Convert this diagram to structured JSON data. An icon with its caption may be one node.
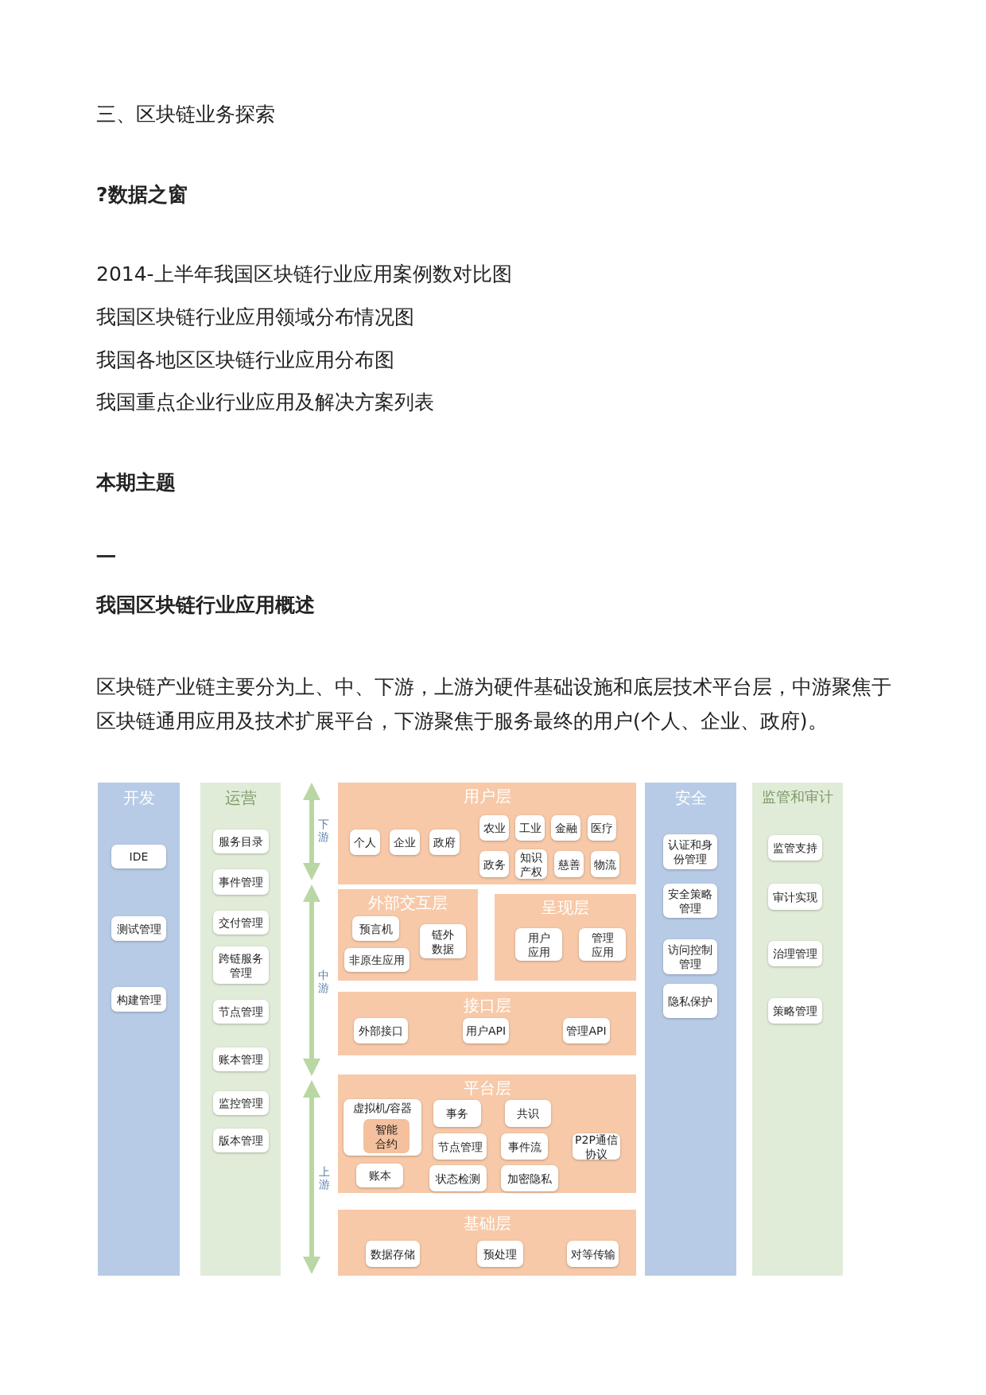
{
  "diagram": {
    "title": "三、区块链业务探索",
    "nodes": [
      {
        "text": [
          "开发"
        ]
      },
      {
        "text": [
          "IDE"
        ],
        "in": 0
      },
      {
        "text": [
          "测试管理"
        ],
        "in": 0
      },
      {
        "text": [
          "构建管理"
        ],
        "in": 0
      },
      {
        "text": [
          "运营"
        ]
      },
      {
        "text": [
          "服务目录"
        ],
        "in": 4
      },
      {
        "text": [
          "事件管理"
        ],
        "in": 4
      },
      {
        "text": [
          "交付管理"
        ],
        "in": 4
      },
      {
        "text": [
          "跨链服务管理"
        ],
        "in": 4
      },
      {
        "text": [
          "节点管理"
        ],
        "in": 4
      },
      {
        "text": [
          "账本管理"
        ],
        "in": 4
      },
      {
        "text": [
          "监控管理"
        ],
        "in": 4
      },
      {
        "text": [
          "版本管理"
        ],
        "in": 4
      },
      {
        "text": [
          "用户层"
        ]
      },
      {
        "text": [
          "个人"
        ],
        "in": 13
      },
      {
        "text": [
          "企业"
        ],
        "in": 13
      },
      {
        "text": [
          "政府"
        ],
        "in": 13
      },
      {
        "text": [
          "农业"
        ],
        "in": 13
      },
      {
        "text": [
          "工业"
        ],
        "in": 13
      },
      {
        "text": [
          "金融"
        ],
        "in": 13
      },
      {
        "text": [
          "医疗"
        ],
        "in": 13
      },
      {
        "text": [
          "政务"
        ],
        "in": 13
      },
      {
        "text": [
          "知识产权"
        ],
        "in": 13
      },
      {
        "text": [
          "慈善"
        ],
        "in": 13
      },
      {
        "text": [
          "物流"
        ],
        "in": 13
      },
      {
        "text": [
          "外部交互层"
        ]
      },
      {
        "text": [
          "预言机"
        ],
        "in": 25
      },
      {
        "text": [
          "链外数据"
        ],
        "in": 25
      },
      {
        "text": [
          "非原生应用"
        ],
        "in": 25
      },
      {
        "text": [
          "呈现层"
        ]
      },
      {
        "text": [
          "用户应用"
        ],
        "in": 29
      },
      {
        "text": [
          "管理应用"
        ],
        "in": 29
      },
      {
        "text": [
          "接口层"
        ]
      },
      {
        "text": [
          "外部接口"
        ],
        "in": 32
      },
      {
        "text": [
          "用户API"
        ],
        "in": 32
      },
      {
        "text": [
          "管理API"
        ],
        "in": 32
      },
      {
        "text": [
          "平台层"
        ]
      },
      {
        "text": [
          "虚拟机/容器"
        ],
        "in": 36
      },
      {
        "text": [
          "智能合约"
        ],
        "in": 37
      },
      {
        "text": [
          "事务"
        ],
        "in": 36
      },
      {
        "text": [
          "共识"
        ],
        "in": 36
      },
      {
        "text": [
          "节点管理"
        ],
        "in": 36
      },
      {
        "text": [
          "事件流"
        ],
        "in": 36
      },
      {
        "text": [
          "P2P通信协议"
        ],
        "in": 36
      },
      {
        "text": [
          "账本"
        ],
        "in": 36
      },
      {
        "text": [
          "状态检测"
        ],
        "in": 36
      },
      {
        "text": [
          "加密隐私"
        ],
        "in": 36
      },
      {
        "text": [
          "基础层"
        ]
      },
      {
        "text": [
          "数据存储"
        ],
        "in": 47
      },
      {
        "text": [
          "预处理"
        ],
        "in": 47
      },
      {
        "text": [
          "对等传输"
        ],
        "in": 47
      },
      {
        "text": [
          "安全"
        ]
      },
      {
        "text": [
          "认证和身份管理"
        ],
        "in": 51
      },
      {
        "text": [
          "安全策略管理"
        ],
        "in": 51
      },
      {
        "text": [
          "访问控制管理"
        ],
        "in": 51
      },
      {
        "text": [
          "隐私保护"
        ],
        "in": 51
      },
      {
        "text": [
          "监管和审计"
        ]
      },
      {
        "text": [
          "监管支持"
        ],
        "in": 56
      },
      {
        "text": [
          "审计实现"
        ],
        "in": 56
      },
      {
        "text": [
          "治理管理"
        ],
        "in": 56
      },
      {
        "text": [
          "策略管理"
        ],
        "in": 56
      }
    ],
    "labels": [
      "?数据之窗",
      "2014-上半年我国区块链行业应用案例数对比图",
      "我国区块链行业应用领域分布情况图",
      "我国各地区区块链行业应用分布图",
      "我国重点企业行业应用及解决方案列表",
      "本期主题",
      "一",
      "我国区块链行业应用概述",
      "区块链产业链主要分为上、中、下游，上游为硬件基础设施和底层技术平台层，中游聚焦于区块链通用应用及技术扩展平台，下游聚焦于服务最终的用户(个人、企业、政府)。",
      "下游",
      "中游",
      "上游"
    ]
  }
}
